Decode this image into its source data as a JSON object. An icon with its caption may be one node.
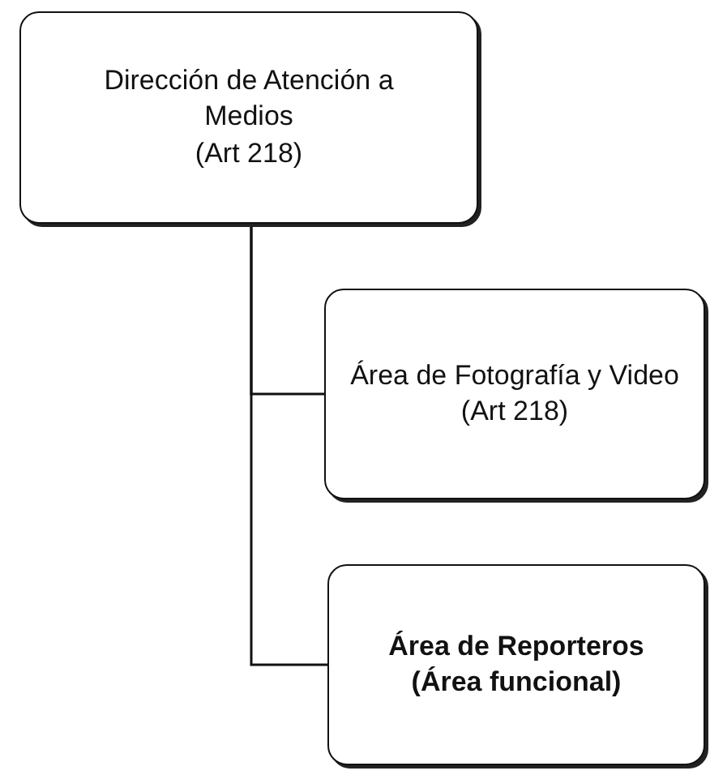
{
  "diagram": {
    "nodes": [
      {
        "text": [
          "Dirección de Atención a Medios",
          "(Art 218)"
        ]
      },
      {
        "text": [
          "Área de Fotografía y Video",
          "(Art 218)"
        ]
      },
      {
        "text": [
          "Área de Reporteros",
          "(Área funcional)"
        ]
      }
    ],
    "edges": [
      {
        "from": 0,
        "to": 1,
        "arrow": "none"
      },
      {
        "from": 0,
        "to": 2,
        "arrow": "none"
      }
    ]
  }
}
